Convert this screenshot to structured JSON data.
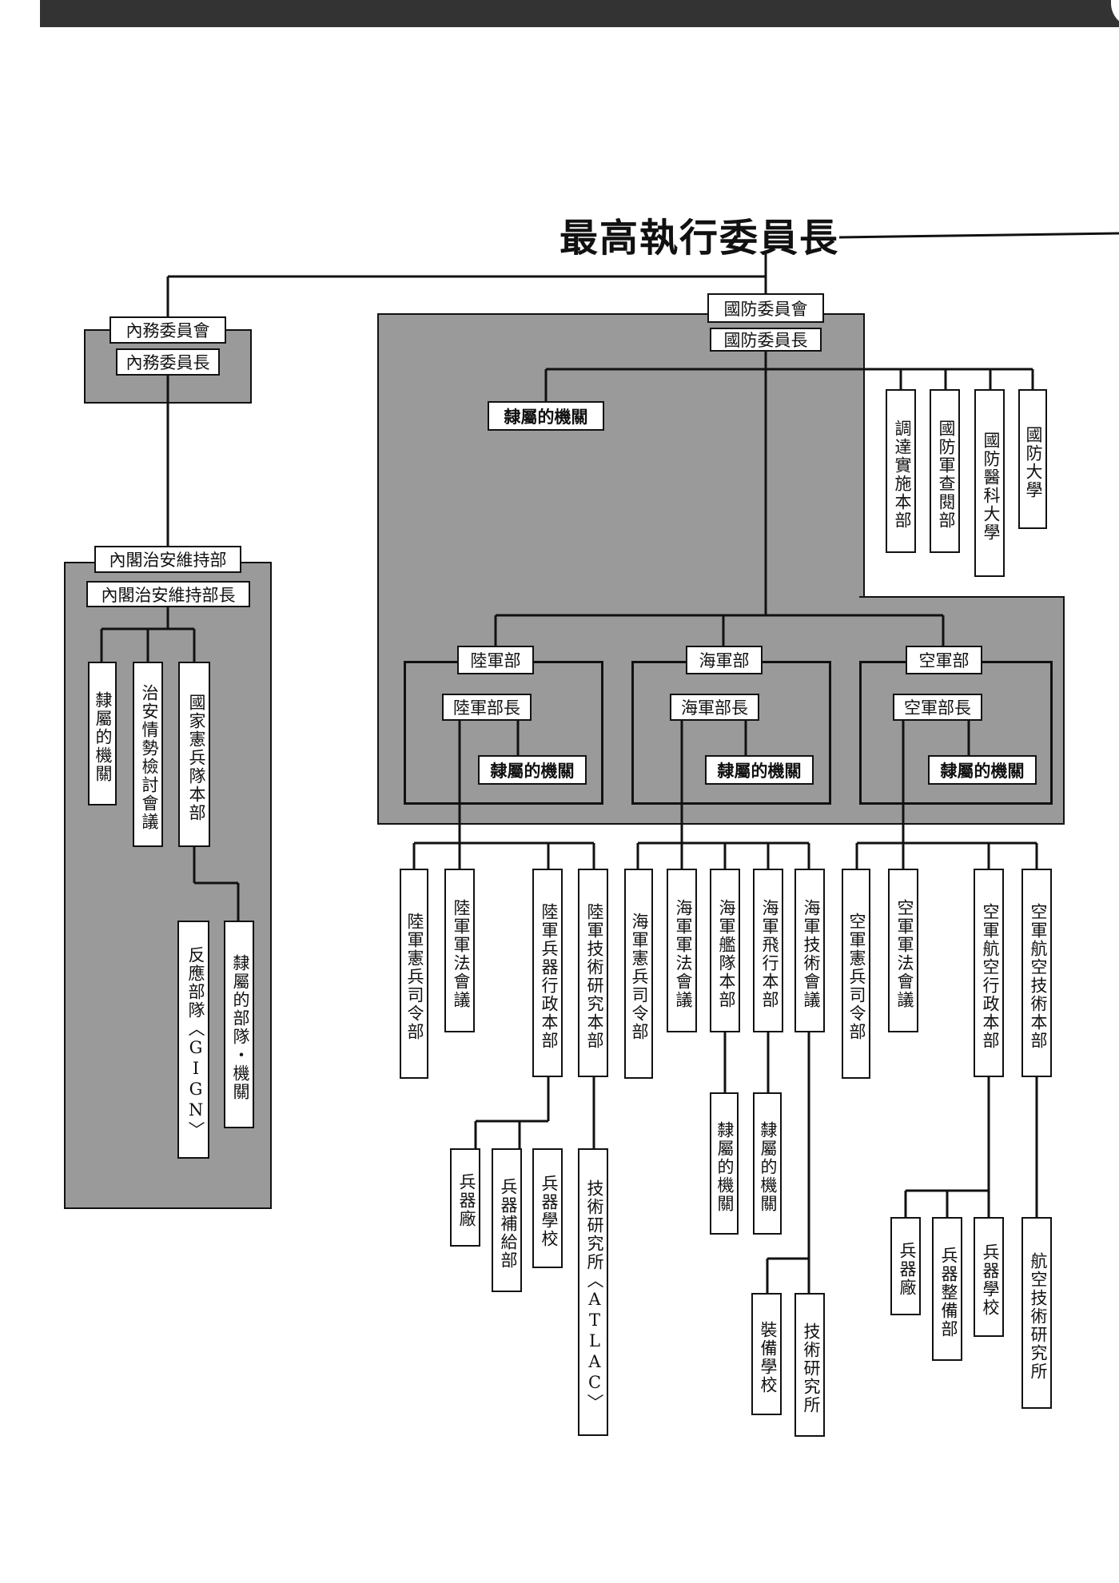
{
  "title": "最高執行委員長",
  "interior": {
    "committee": "內務委員會",
    "chair": "內務委員長",
    "department": "內閣治安維持部",
    "department_head": "內閣治安維持部長",
    "units": [
      "隸屬的機關",
      "治安情勢檢討會議",
      "國家憲兵隊本部",
      "反應部隊〈GIGN〉",
      "隸屬的部隊・機關"
    ]
  },
  "defense": {
    "committee": "國防委員會",
    "chair": "國防委員長",
    "affiliated": "隸屬的機關",
    "institutions": [
      "調達實施本部",
      "國防軍查閱部",
      "國防醫科大學",
      "國防大學"
    ]
  },
  "army": {
    "name": "陸軍部",
    "head": "陸軍部長",
    "affiliated": "隸屬的機關",
    "units": [
      "陸軍憲兵司令部",
      "陸軍軍法會議",
      "陸軍兵器行政本部",
      "陸軍技術研究本部"
    ],
    "sub_units": [
      "兵器廠",
      "兵器補給部",
      "兵器學校",
      "技術研究所〈ATLAC〉"
    ]
  },
  "navy": {
    "name": "海軍部",
    "head": "海軍部長",
    "affiliated": "隸屬的機關",
    "units": [
      "海軍憲兵司令部",
      "海軍軍法會議",
      "海軍艦隊本部",
      "海軍飛行本部",
      "海軍技術會議"
    ],
    "sub_units": [
      "隸屬的機關",
      "隸屬的機關",
      "裝備學校",
      "技術研究所"
    ]
  },
  "air": {
    "name": "空軍部",
    "head": "空軍部長",
    "affiliated": "隸屬的機關",
    "units": [
      "空軍憲兵司令部",
      "空軍軍法會議",
      "空軍航空行政本部",
      "空軍航空技術本部"
    ],
    "sub_units": [
      "兵器廠",
      "兵器整備部",
      "兵器學校",
      "航空技術研究所"
    ]
  }
}
